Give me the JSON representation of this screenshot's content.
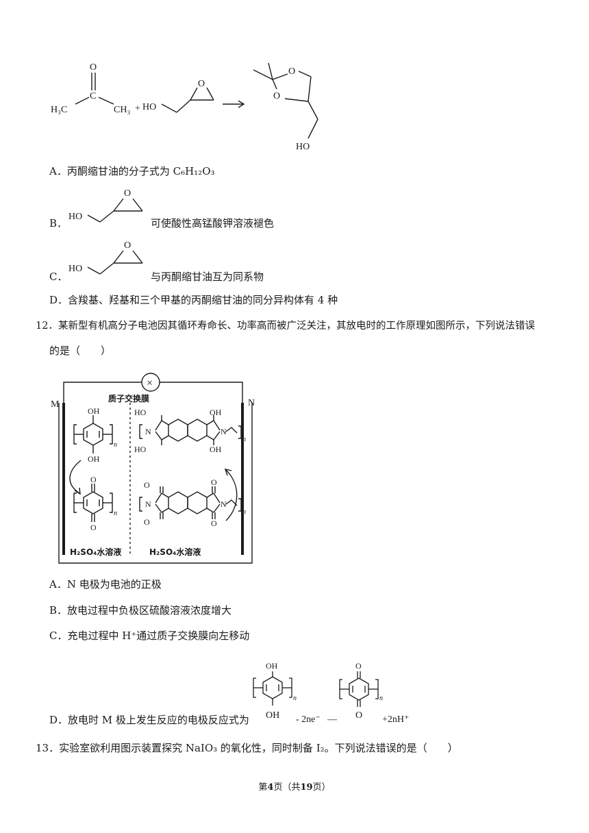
{
  "reaction": {
    "reactant1": {
      "h3c": "H₃C",
      "c": "C",
      "o": "O",
      "ch3": "CH₃"
    },
    "plus": "+",
    "reactant2": {
      "ho": "HO",
      "o": "O"
    },
    "product": {
      "o1": "O",
      "o2": "O",
      "ho": "HO"
    }
  },
  "q11": {
    "option_a": "A．丙酮缩甘油的分子式为 C₆H₁₂O₃",
    "option_b": {
      "letter": "B．",
      "ho": "HO",
      "o": "O",
      "text": "可使酸性高锰酸钾溶液褪色"
    },
    "option_c": {
      "letter": "C．",
      "ho": "HO",
      "o": "O",
      "text": "与丙酮缩甘油互为同系物"
    },
    "option_d": "D．含羧基、羟基和三个甲基的丙酮缩甘油的同分异构体有 4 种"
  },
  "q12": {
    "stem_line1": "12．某新型有机高分子电池因其循环寿命长、功率高而被广泛关注，其放电时的工作原理如图所示，下列说法错误",
    "stem_line2": "的是（　　）",
    "diagram": {
      "label_m": "M",
      "label_n": "N",
      "membrane": "质子交换膜",
      "left_solution": "H₂SO₄水溶液",
      "right_solution": "H₂SO₄水溶液",
      "oh": "OH",
      "o": "O",
      "ho": "HO",
      "n_atom": "N",
      "sub_n": "n",
      "bulb": "×"
    },
    "option_a": "A．N 电极为电池的正极",
    "option_b": "B．放电过程中负极区硫酸溶液浓度增大",
    "option_c": "C．充电过程中 H⁺通过质子交换膜向左移动",
    "option_d": {
      "text": "D．放电时 M 极上发生反应的电极反应式为",
      "oh": "OH",
      "o": "O",
      "minus_ne": "- 2ne⁻",
      "dash": "—",
      "plus_h": "+2nH⁺",
      "sub_n": "n"
    }
  },
  "q13": {
    "stem": "13．实验室欲利用图示装置探究 NaIO₃ 的氧化性，同时制备 I₂。下列说法错误的是（　　）"
  },
  "footer": {
    "prefix": "第",
    "page": "4",
    "mid": "页（共",
    "total": "19",
    "suffix": "页）"
  }
}
